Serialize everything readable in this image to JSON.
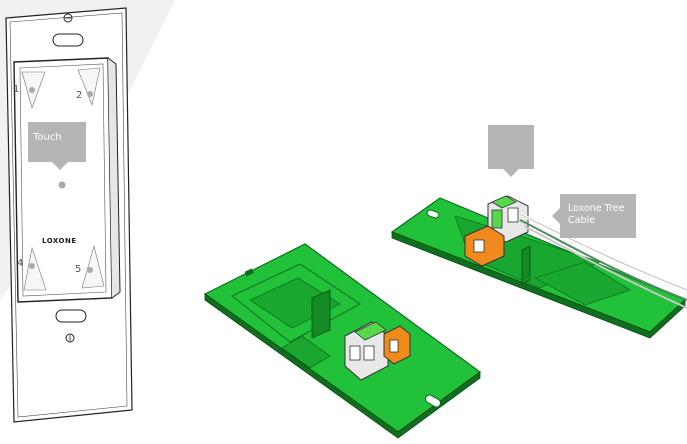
{
  "callouts": {
    "touch": "Touch",
    "tree_cable": "Loxone Tree Cable"
  },
  "switch": {
    "brand": "LOXONE",
    "button_numbers": [
      "1",
      "2",
      "4",
      "5"
    ]
  },
  "colors": {
    "pcb_green": "#21c23a",
    "pcb_dark": "#0e6f1e",
    "terminal_orange": "#f08a1c",
    "terminal_green": "#55d94a",
    "callout_gray": "#b5b5b5"
  },
  "icons": {
    "direction": "up-down-arrows-icon"
  }
}
